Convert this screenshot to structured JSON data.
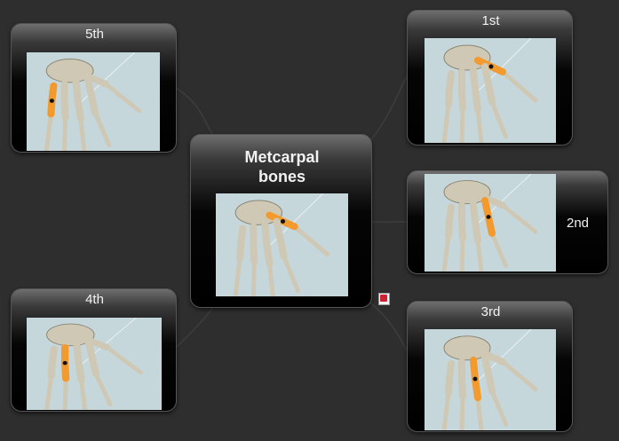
{
  "center": {
    "title_line1": "Metcarpal",
    "title_line2": "bones"
  },
  "nodes": {
    "first": {
      "label": "1st"
    },
    "second": {
      "label": "2nd"
    },
    "third": {
      "label": "3rd"
    },
    "fourth": {
      "label": "4th"
    },
    "fifth": {
      "label": "5th"
    }
  },
  "icons": {
    "attachment": "note-icon"
  },
  "colors": {
    "background": "#2e2e2e",
    "highlight_bone": "#f29a2e",
    "bone": "#cfc8b4",
    "image_bg": "#c6d7dc"
  }
}
